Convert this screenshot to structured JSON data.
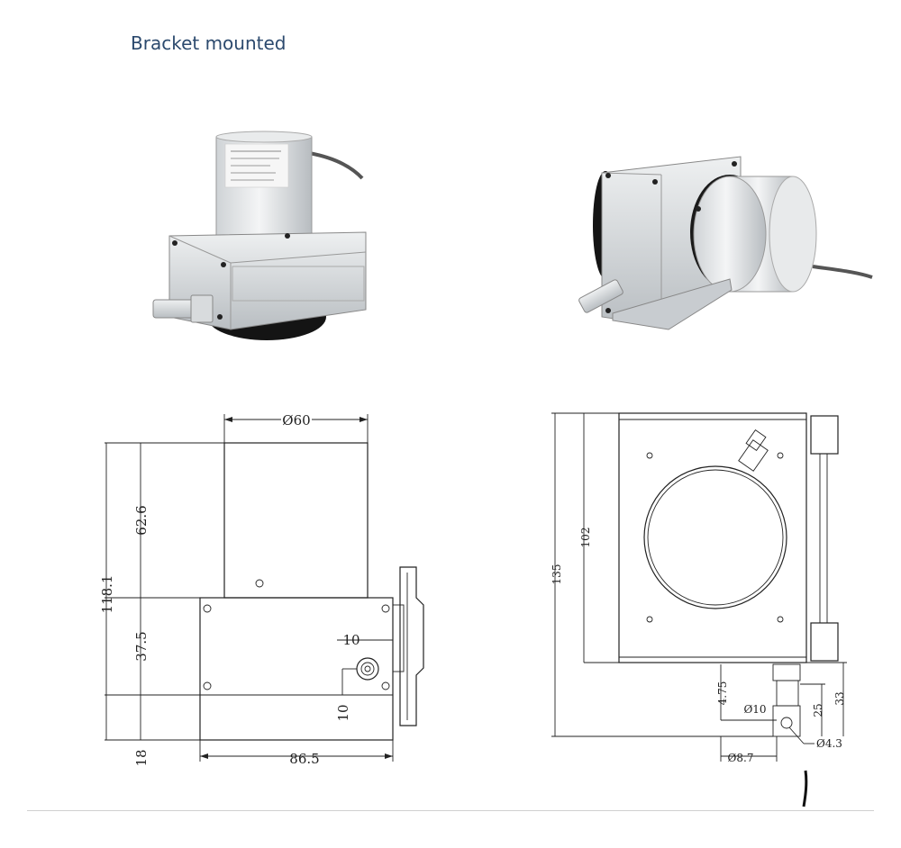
{
  "header": {
    "title": "Bracket mounted"
  },
  "front_view": {
    "dia_top": "Ø60",
    "h_total": "118.1",
    "h_top": "62.6",
    "h_mid": "37.5",
    "h_bottom": "18",
    "w_body": "86.5",
    "port_h": "10",
    "port_v": "10"
  },
  "side_view": {
    "h_total": "135",
    "h_body": "102",
    "dim_4_75": "4.75",
    "dim_dia10": "Ø10",
    "dim_25": "25",
    "dim_33": "33",
    "dim_dia4_3": "Ø4.3",
    "dim_dia8_7": "Ø8.7"
  }
}
